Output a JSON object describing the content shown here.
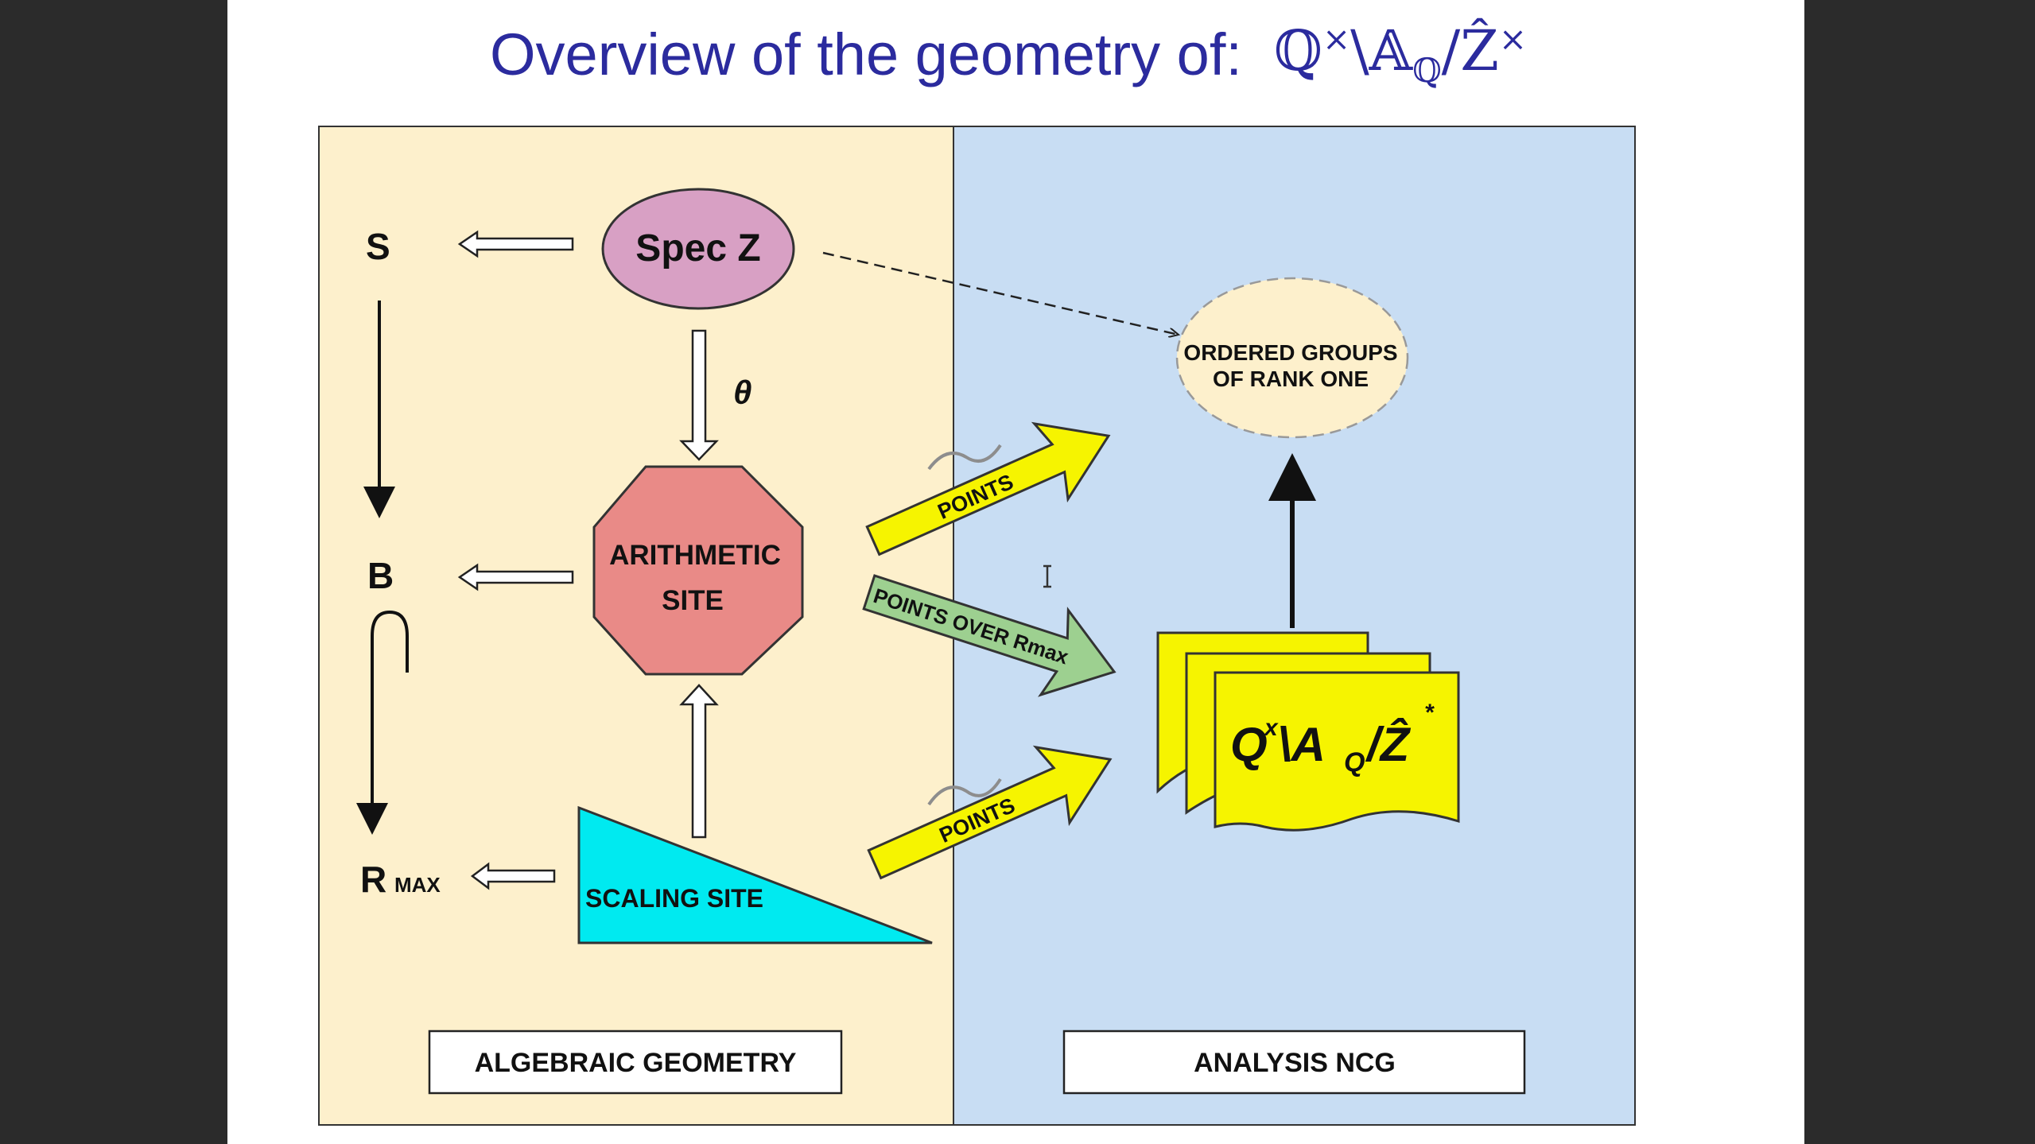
{
  "slide": {
    "title_text": "Overview of the geometry of:",
    "title_math": {
      "q": "ℚ",
      "times1": "×",
      "backslash_a": "\\𝔸",
      "sub_q": "ℚ",
      "slash_z": "/Ẑ",
      "times2": "×"
    }
  },
  "diagram": {
    "left_panel_color": "#fdf0cc",
    "right_panel_color": "#c8ddf3",
    "nodes": {
      "s": "S",
      "b": "B",
      "r": "R",
      "r_sub": "MAX",
      "spec_z": "Spec Z",
      "theta": "θ",
      "arith_line1": "ARITHMETIC",
      "arith_line2": "SITE",
      "scaling": "SCALING SITE",
      "ordered_line1": "ORDERED GROUPS",
      "ordered_line2": "OF RANK ONE",
      "quotient_main": "Q",
      "quotient_x": "x",
      "quotient_a": "\\A",
      "quotient_sub": "Q",
      "quotient_z": "/Ẑ",
      "quotient_star": "*"
    },
    "arrows": {
      "points_top": "POINTS",
      "points_over": "POINTS OVER Rmax",
      "points_bottom": "POINTS"
    },
    "footer": {
      "left": "ALGEBRAIC GEOMETRY",
      "right": "ANALYSIS NCG"
    },
    "colors": {
      "spec_z": "#d8a0c4",
      "arithmetic": "#e98a87",
      "scaling": "#00eaf0",
      "yellow_arrow": "#f6f400",
      "green_arrow": "#9dd090",
      "quotient": "#f6f400",
      "ordered": "#fdf0cc"
    }
  }
}
